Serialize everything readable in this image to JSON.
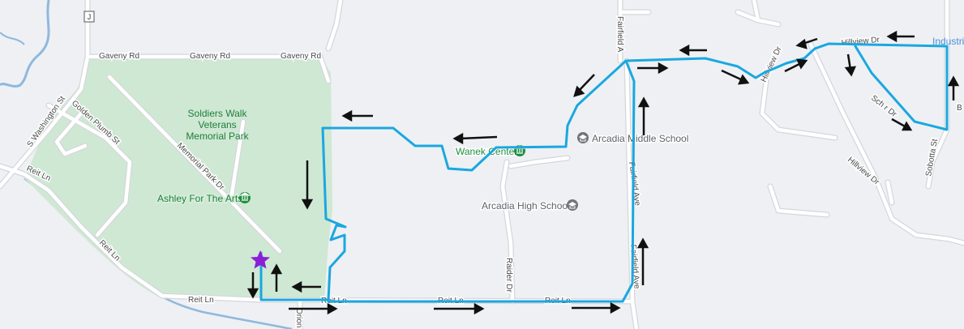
{
  "colors": {
    "background": "#eef0f3",
    "park": "#cfe8d3",
    "road": "#ffffff",
    "road_outline": "#d4d7db",
    "water": "#8fb8de",
    "route": "#1aa7e0",
    "arrow": "#111111",
    "star": "#8b1fd6",
    "poi_green": "#1e8e3e",
    "poi_gray": "#70757a"
  },
  "streets": {
    "gaveny_rd_1": "Gaveny Rd",
    "gaveny_rd_2": "Gaveny Rd",
    "gaveny_rd_3": "Gaveny Rd",
    "s_washington_st": "S Washington St",
    "golden_plumb_st": "Golden Plumb St",
    "memorial_park_dr": "Memorial Park Dr",
    "reit_ln_west": "Reit Ln",
    "reit_ln_diag": "Reit Ln",
    "reit_ln_south": "Reit Ln",
    "reit_ln_mid": "Reit Ln",
    "reit_ln_mid2": "Reit Ln",
    "reit_ln_east": "Reit Ln",
    "orion": "Orion",
    "raider_dr": "Raider Dr",
    "fairfield_ave_top": "Fairfield A",
    "fairfield_ave_mid": "Fairfield Ave",
    "fairfield_ave_low": "Fairfield Ave",
    "hillview_dr_top": "Hillview Dr",
    "hillview_dr_diag": "Hillview Dr",
    "hillview_dr_low": "Hillview Dr",
    "schroeder_ln": "Sch     r Dr",
    "sobotta_st": "Sobotta St",
    "industrial": "Industri",
    "b_label": "B",
    "route_shield": "J"
  },
  "pois": {
    "park_name": [
      "Soldiers Walk",
      "Veterans",
      "Memorial Park"
    ],
    "ashley_for_the_arts": "Ashley For The Arts",
    "wanek_center": "Wanek Center",
    "arcadia_middle_school": "Arcadia Middle School",
    "arcadia_high_school": "Arcadia High School"
  },
  "markers": {
    "start_icon": "star-icon",
    "direction_icon": "arrow-icon"
  }
}
